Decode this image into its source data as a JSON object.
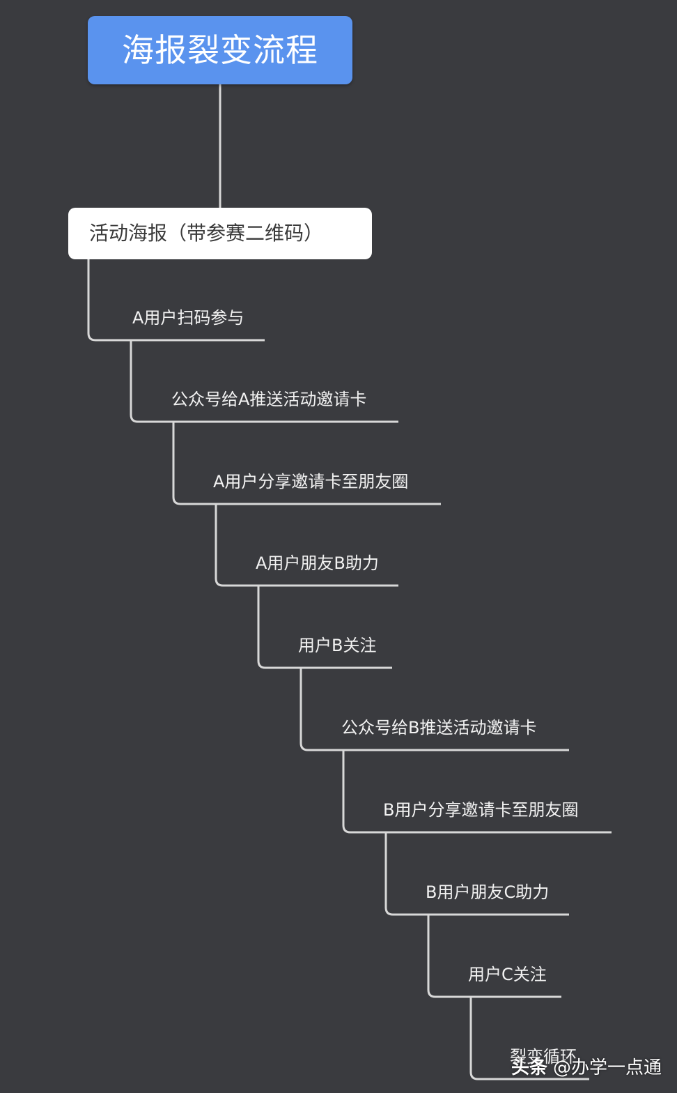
{
  "title": "海报裂变流程",
  "main_node": "活动海报（带参赛二维码）",
  "steps": [
    "A用户扫码参与",
    "公众号给A推送活动邀请卡",
    "A用户分享邀请卡至朋友圈",
    "A用户朋友B助力",
    "用户B关注",
    "公众号给B推送活动邀请卡",
    "B用户分享邀请卡至朋友圈",
    "B用户朋友C助力",
    "用户C关注",
    "裂变循环"
  ],
  "watermark": {
    "brand": "头条",
    "handle": "@办学一点通"
  },
  "colors": {
    "background": "#3a3b3f",
    "root_fill": "#5a93ee",
    "node_fill": "#ffffff",
    "line": "#d8d8d8",
    "text": "#f2f2f2"
  }
}
